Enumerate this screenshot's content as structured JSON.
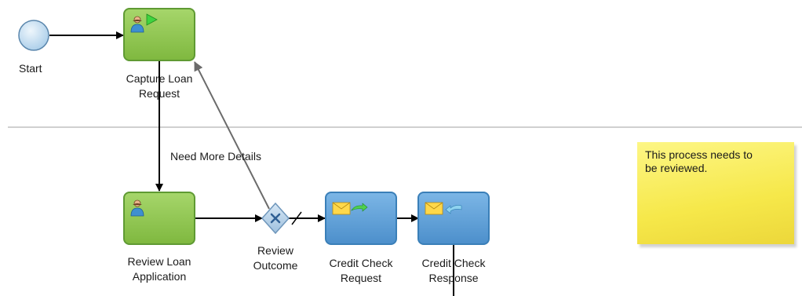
{
  "diagram": {
    "start_label": "Start",
    "tasks": {
      "capture_loan_request": "Capture Loan\nRequest",
      "review_loan_application": "Review Loan\nApplication",
      "credit_check_request": "Credit Check\nRequest",
      "credit_check_response": "Credit Check\nResponse"
    },
    "gateway_label": "Review\nOutcome",
    "flow_labels": {
      "need_more_details": "Need More Details"
    },
    "note_text": "This process needs to\nbe reviewed.",
    "colors": {
      "human_task_fill": "#8fc74a",
      "human_task_border": "#5f9a33",
      "message_task_fill": "#5aa0d8",
      "message_task_border": "#3a7fb8",
      "gateway_fill": "#b8d2e8",
      "start_event_fill": "#c9e0f3",
      "note_fill": "#f6e84a",
      "lane_divider": "#a0a0a0"
    },
    "icons": [
      "user-icon",
      "play-icon",
      "envelope-send-icon",
      "envelope-receive-icon",
      "exclusive-gateway-x-icon"
    ]
  }
}
